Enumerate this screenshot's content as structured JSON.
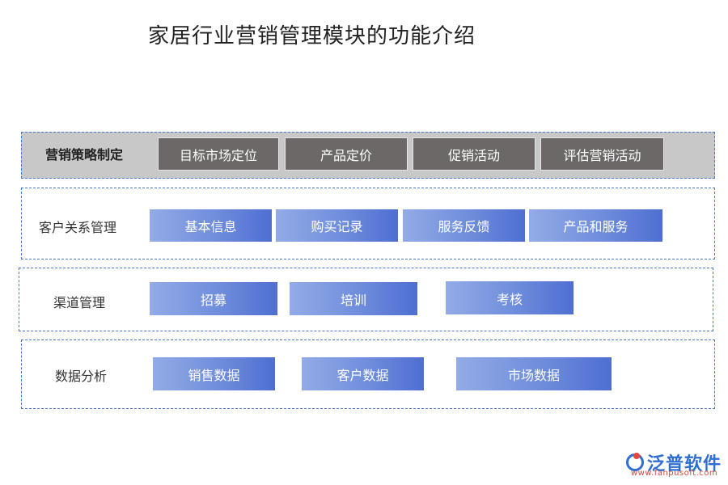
{
  "title": "家居行业营销管理模块的功能介绍",
  "sections": [
    {
      "label": "营销策略制定",
      "items": [
        "目标市场定位",
        "产品定价",
        "促销活动",
        "评估营销活动"
      ]
    },
    {
      "label": "客户关系管理",
      "items": [
        "基本信息",
        "购买记录",
        "服务反馈",
        "产品和服务"
      ]
    },
    {
      "label": "渠道管理",
      "items": [
        "招募",
        "培训",
        "考核"
      ]
    },
    {
      "label": "数据分析",
      "items": [
        "销售数据",
        "客户数据",
        "市场数据"
      ]
    }
  ],
  "logo": {
    "name": "泛普软件",
    "url": "www.fanpusoft.com"
  },
  "colors": {
    "panel_border": "#4a78c9",
    "header_bg": "#c8c8c8",
    "dark_box": "#6b6867",
    "blue_box": "#6e8ddb",
    "brand": "#2f6fd1"
  }
}
